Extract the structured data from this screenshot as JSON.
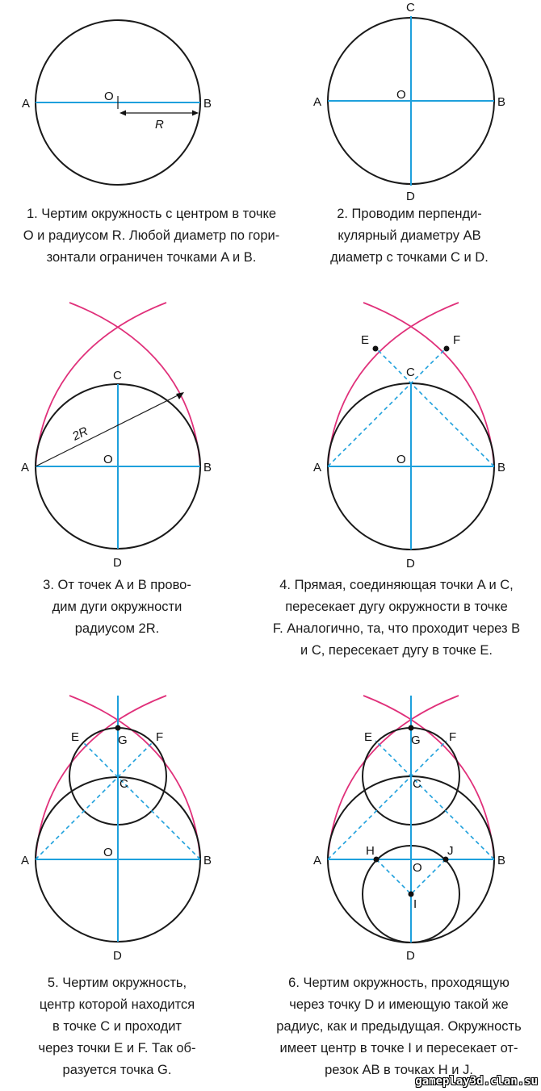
{
  "steps": [
    {
      "labels": {
        "A": "A",
        "B": "B",
        "O": "O",
        "R": "R"
      },
      "caption": [
        "1. Чертим окружность с центром в точке",
        "O и радиусом R. Любой диаметр по гори-",
        "зонтали ограничен точками A и B."
      ]
    },
    {
      "labels": {
        "A": "A",
        "B": "B",
        "C": "C",
        "D": "D",
        "O": "O"
      },
      "caption": [
        "2. Проводим перпенди-",
        "кулярный диаметру AB",
        "диаметр с точками C и D."
      ]
    },
    {
      "labels": {
        "A": "A",
        "B": "B",
        "C": "C",
        "D": "D",
        "O": "O",
        "R2": "2R"
      },
      "caption": [
        "3. От точек A и B прово-",
        "дим дуги окружности",
        "радиусом 2R."
      ]
    },
    {
      "labels": {
        "A": "A",
        "B": "B",
        "C": "C",
        "D": "D",
        "O": "O",
        "E": "E",
        "F": "F"
      },
      "caption": [
        "4. Прямая, соединяющая точки A и C,",
        "пересекает дугу окружности в точке",
        "F. Аналогично, та, что проходит через B",
        "и C, пересекает дугу в точке E."
      ]
    },
    {
      "labels": {
        "A": "A",
        "B": "B",
        "C": "C",
        "D": "D",
        "O": "O",
        "E": "E",
        "F": "F",
        "G": "G"
      },
      "caption": [
        "5. Чертим окружность,",
        "центр которой находится",
        "в точке C и проходит",
        "через точки E и F. Так об-",
        "разуется точка G."
      ]
    },
    {
      "labels": {
        "A": "A",
        "B": "B",
        "C": "C",
        "D": "D",
        "O": "O",
        "E": "E",
        "F": "F",
        "G": "G",
        "H": "H",
        "I": "I",
        "J": "J"
      },
      "caption": [
        "6. Чертим окружность, проходящую",
        "через точку D и имеющую такой же",
        "радиус, как и предыдущая. Окружность",
        "имеет центр в точке I и пересекает от-",
        "резок AB в точках H и J."
      ]
    }
  ],
  "watermark": "gameplay3d.clan.su"
}
